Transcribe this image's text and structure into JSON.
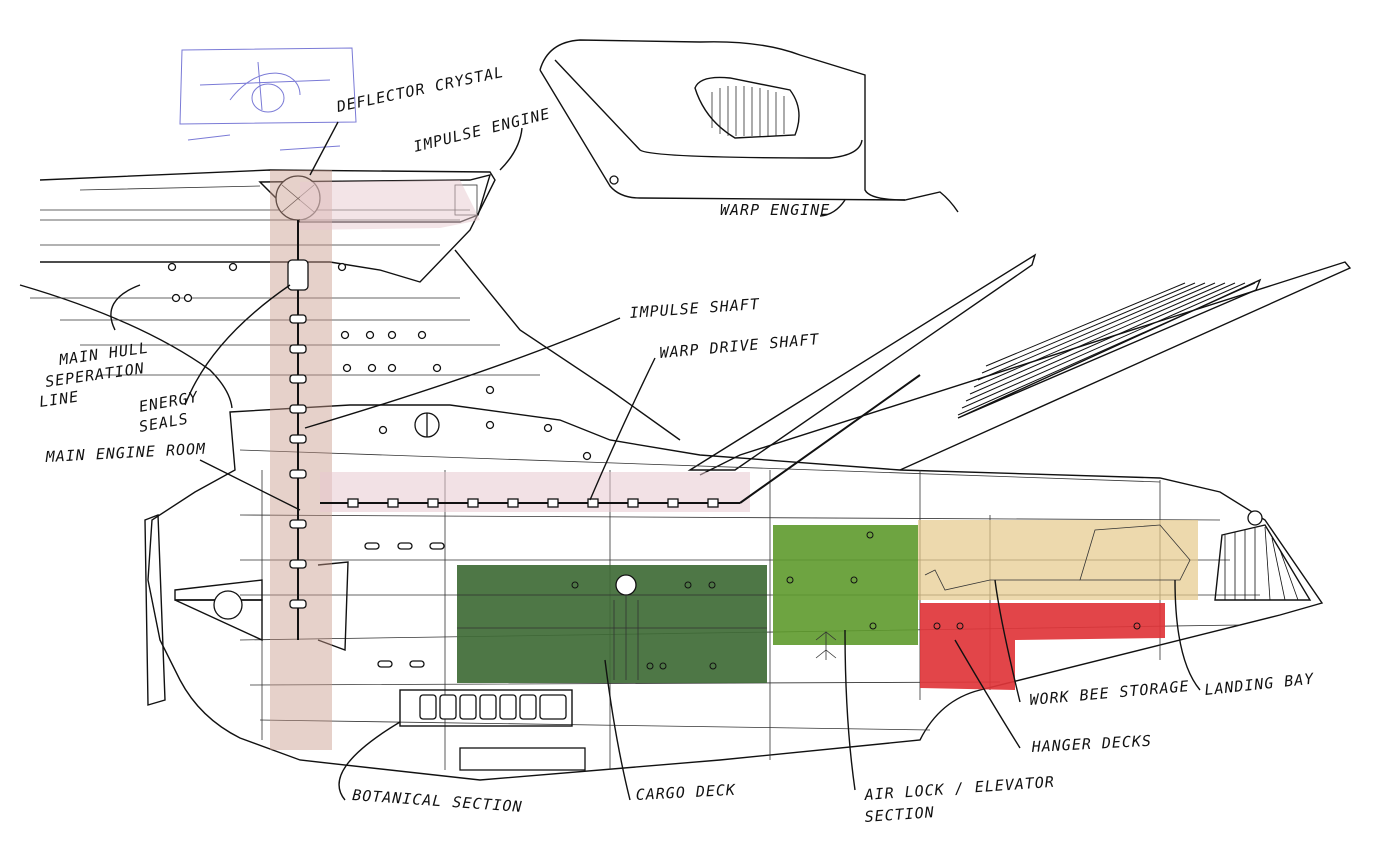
{
  "labels": {
    "deflector_crystal": "DEFLECTOR CRYSTAL",
    "impulse_engine": "IMPULSE ENGINE",
    "warp_engine": "WARP ENGINE",
    "impulse_shaft": "IMPULSE SHAFT",
    "warp_drive_shaft": "WARP DRIVE SHAFT",
    "main_hull_line1": "MAIN HULL",
    "main_hull_line2": "SEPERATION",
    "main_hull_line3": "LINE",
    "energy_seals_line1": "ENERGY",
    "energy_seals_line2": "SEALS",
    "main_engine_room": "MAIN ENGINE ROOM",
    "botanical_section": "BOTANICAL SECTION",
    "cargo_deck": "CARGO DECK",
    "airlock_line1": "AIR LOCK / ELEVATOR",
    "airlock_line2": "SECTION",
    "work_bee_storage": "WORK BEE STORAGE",
    "hanger_decks": "HANGER DECKS",
    "landing_bay": "LANDING BAY"
  },
  "colors": {
    "ink": "#111111",
    "cargo_green": "#3f6b36",
    "airlock_green": "#5e9a2c",
    "landing_tan": "#e6c98a",
    "hanger_red": "#e0353a",
    "shaft_rust": "#c79a8a",
    "warp_pink": "#e8c9cf",
    "sketch_blue": "#7a7ad6"
  }
}
